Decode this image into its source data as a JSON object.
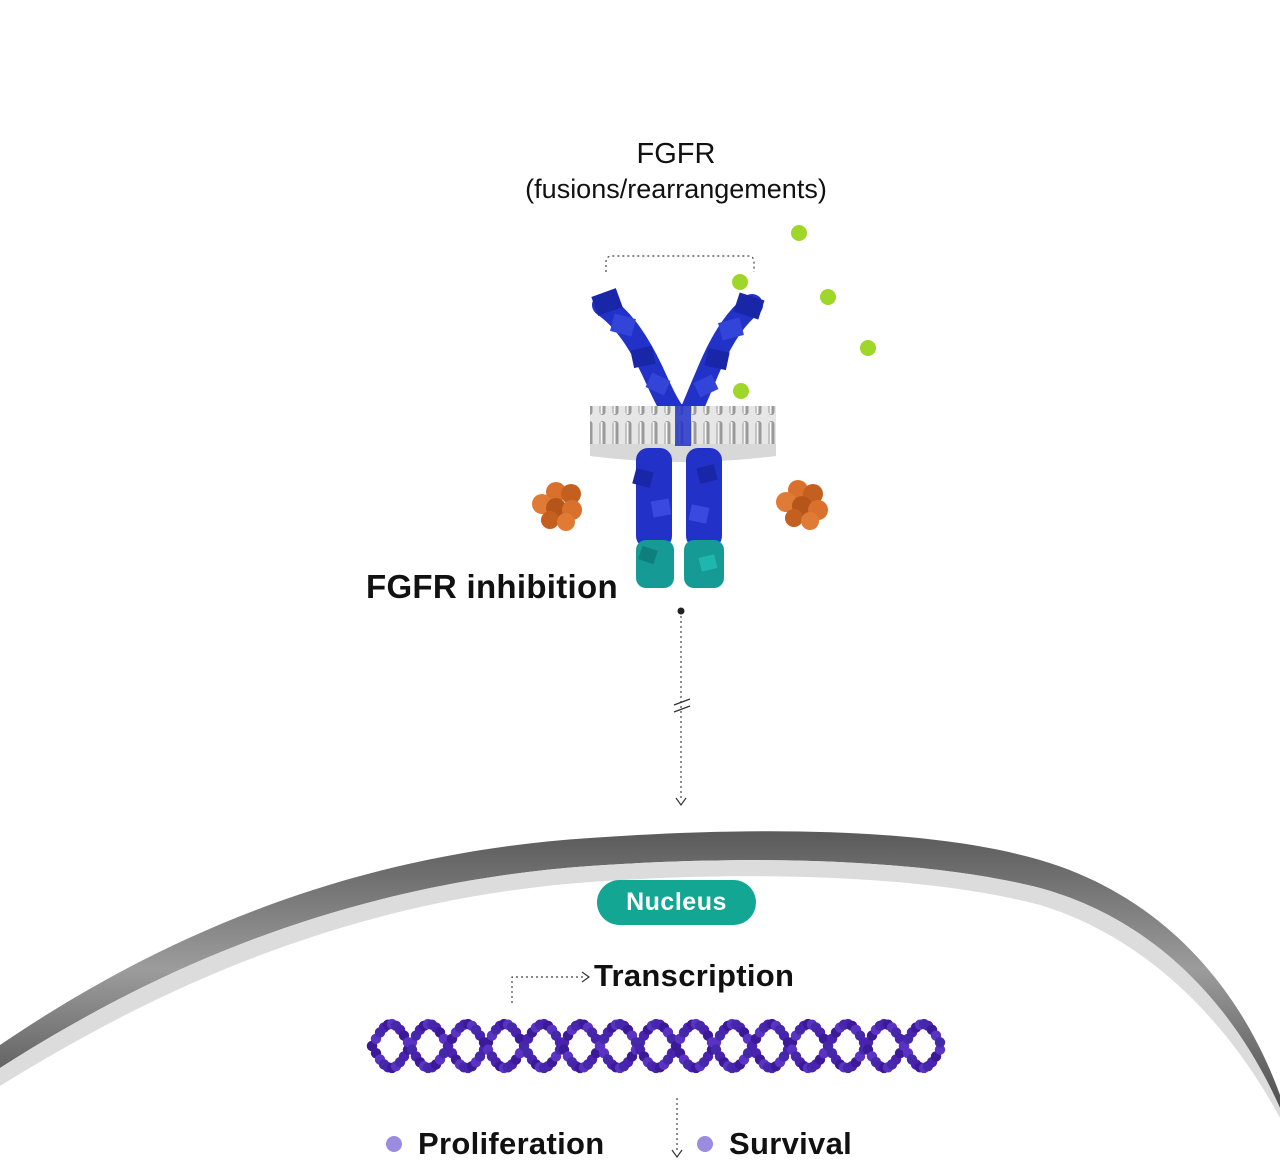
{
  "receptor": {
    "title": "FGFR",
    "subtitle": "(fusions/rearrangements)"
  },
  "inhibition_label": "FGFR inhibition",
  "nucleus_label": "Nucleus",
  "transcription_label": "Transcription",
  "outcomes": [
    {
      "label": "Proliferation"
    },
    {
      "label": "Survival"
    }
  ],
  "colors": {
    "receptor_blue": "#2232c8",
    "kinase_teal": "#159a96",
    "ligand_green": "#9fd62a",
    "inhibitor_orange": "#d9702c",
    "nucleus_teal": "#12a693",
    "dna_purple": "#4a22b0",
    "bullet_purple": "#9b8ce0",
    "membrane_gray": "#6e6e6e"
  }
}
